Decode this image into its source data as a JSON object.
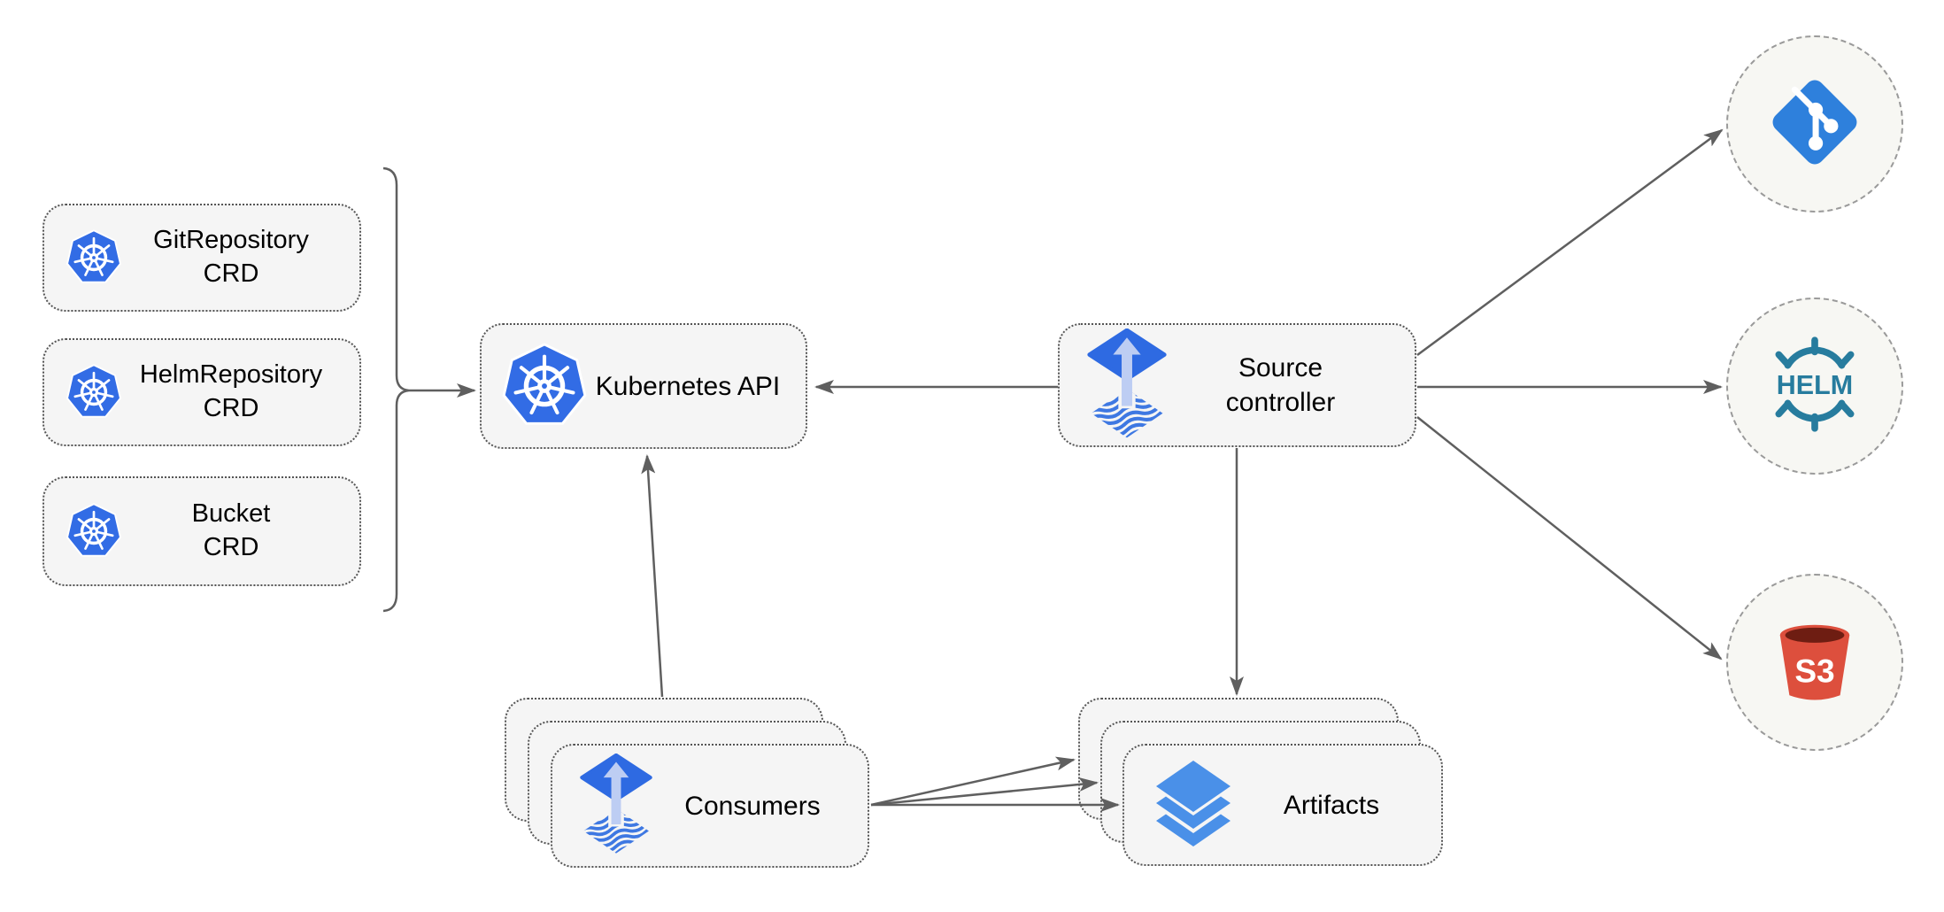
{
  "colors": {
    "background": "#ffffff",
    "node_fill": "#f5f5f5",
    "node_border": "#555555",
    "circle_fill": "#f7f7f3",
    "circle_border": "#9a9a9a",
    "arrow": "#5f5f5f",
    "text": "#000000",
    "kubernetes_blue": "#326ce5",
    "flux_blue": "#2e6ae2",
    "flux_arrow_light": "#bdcdf3",
    "flux_wave_blue": "#3e78e2",
    "git_blue": "#2e80dc",
    "layers_blue": "#4a90e8",
    "helm_teal": "#277c9e",
    "s3_red": "#dd4f3d",
    "s3_dark_red": "#6e1d12"
  },
  "nodes": {
    "crds": [
      {
        "line1": "GitRepository",
        "line2": "CRD",
        "icon": "kubernetes-icon"
      },
      {
        "line1": "HelmRepository",
        "line2": "CRD",
        "icon": "kubernetes-icon"
      },
      {
        "line1": "Bucket",
        "line2": "CRD",
        "icon": "kubernetes-icon"
      }
    ],
    "kubernetes_api": {
      "label": "Kubernetes API",
      "icon": "kubernetes-icon"
    },
    "source_controller": {
      "line1": "Source",
      "line2": "controller",
      "icon": "flux-icon"
    },
    "consumers": {
      "label": "Consumers",
      "icon": "flux-icon",
      "stack_count": 3
    },
    "artifacts": {
      "label": "Artifacts",
      "icon": "layers-icon",
      "stack_count": 3
    },
    "externals": [
      {
        "id": "git-repository",
        "icon": "git-icon",
        "label": ""
      },
      {
        "id": "helm-repository",
        "icon": "helm-icon",
        "label": "HELM"
      },
      {
        "id": "s3-bucket",
        "icon": "s3-bucket-icon",
        "label": "S3"
      }
    ]
  },
  "edges": [
    {
      "from": "crd-group-brace",
      "to": "kubernetes-api"
    },
    {
      "from": "source-controller",
      "to": "kubernetes-api"
    },
    {
      "from": "source-controller",
      "to": "git-repository"
    },
    {
      "from": "source-controller",
      "to": "helm-repository"
    },
    {
      "from": "source-controller",
      "to": "s3-bucket"
    },
    {
      "from": "source-controller",
      "to": "artifacts"
    },
    {
      "from": "consumers",
      "to": "kubernetes-api"
    },
    {
      "from": "consumers",
      "to": "artifacts"
    },
    {
      "from": "consumers",
      "to": "artifacts"
    },
    {
      "from": "consumers",
      "to": "artifacts"
    }
  ]
}
